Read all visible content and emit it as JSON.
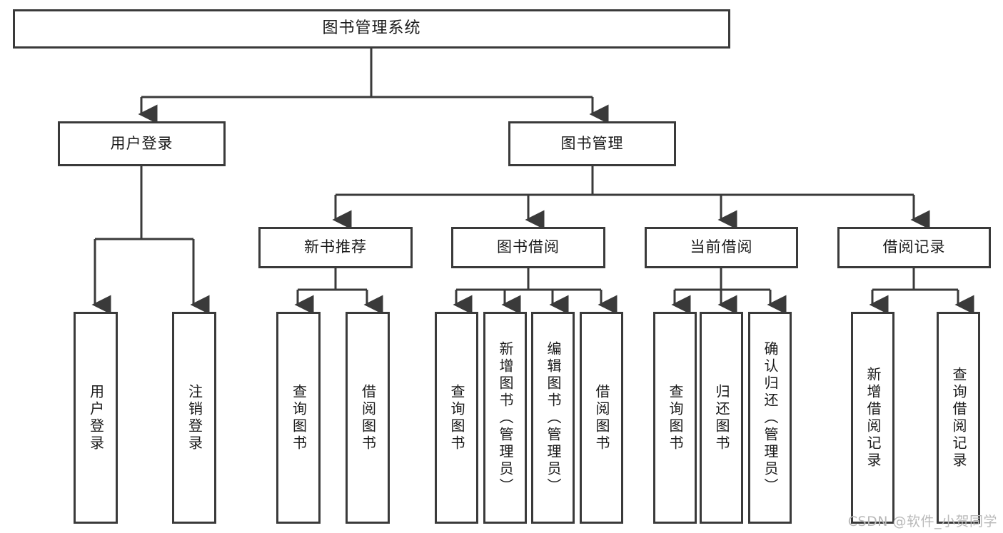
{
  "diagram": {
    "type": "tree-hierarchy",
    "title": "图书管理系统",
    "orientation": "top-down",
    "line_color": "#3a3a3a",
    "box_fill": "#ffffff",
    "text_color": "#1a1a1a",
    "watermark": "CSDN @软件_小贺同学",
    "levels": 4
  },
  "nodes": {
    "root": {
      "label": "图书管理系统"
    },
    "level2": [
      {
        "label": "用户登录"
      },
      {
        "label": "图书管理"
      }
    ],
    "level3": [
      {
        "label": "新书推荐"
      },
      {
        "label": "图书借阅"
      },
      {
        "label": "当前借阅"
      },
      {
        "label": "借阅记录"
      }
    ],
    "leaves": {
      "user_login": [
        {
          "label": "用户登录"
        },
        {
          "label": "注销登录"
        }
      ],
      "new_book_recommend": [
        {
          "label": "查询图书"
        },
        {
          "label": "借阅图书"
        }
      ],
      "book_borrow": [
        {
          "label": "查询图书"
        },
        {
          "label": "新增图书（管理员）"
        },
        {
          "label": "编辑图书（管理员）"
        },
        {
          "label": "借阅图书"
        }
      ],
      "current_borrow": [
        {
          "label": "查询图书"
        },
        {
          "label": "归还图书"
        },
        {
          "label": "确认归还（管理员）"
        }
      ],
      "borrow_record": [
        {
          "label": "新增借阅记录"
        },
        {
          "label": "查询借阅记录"
        }
      ]
    }
  }
}
